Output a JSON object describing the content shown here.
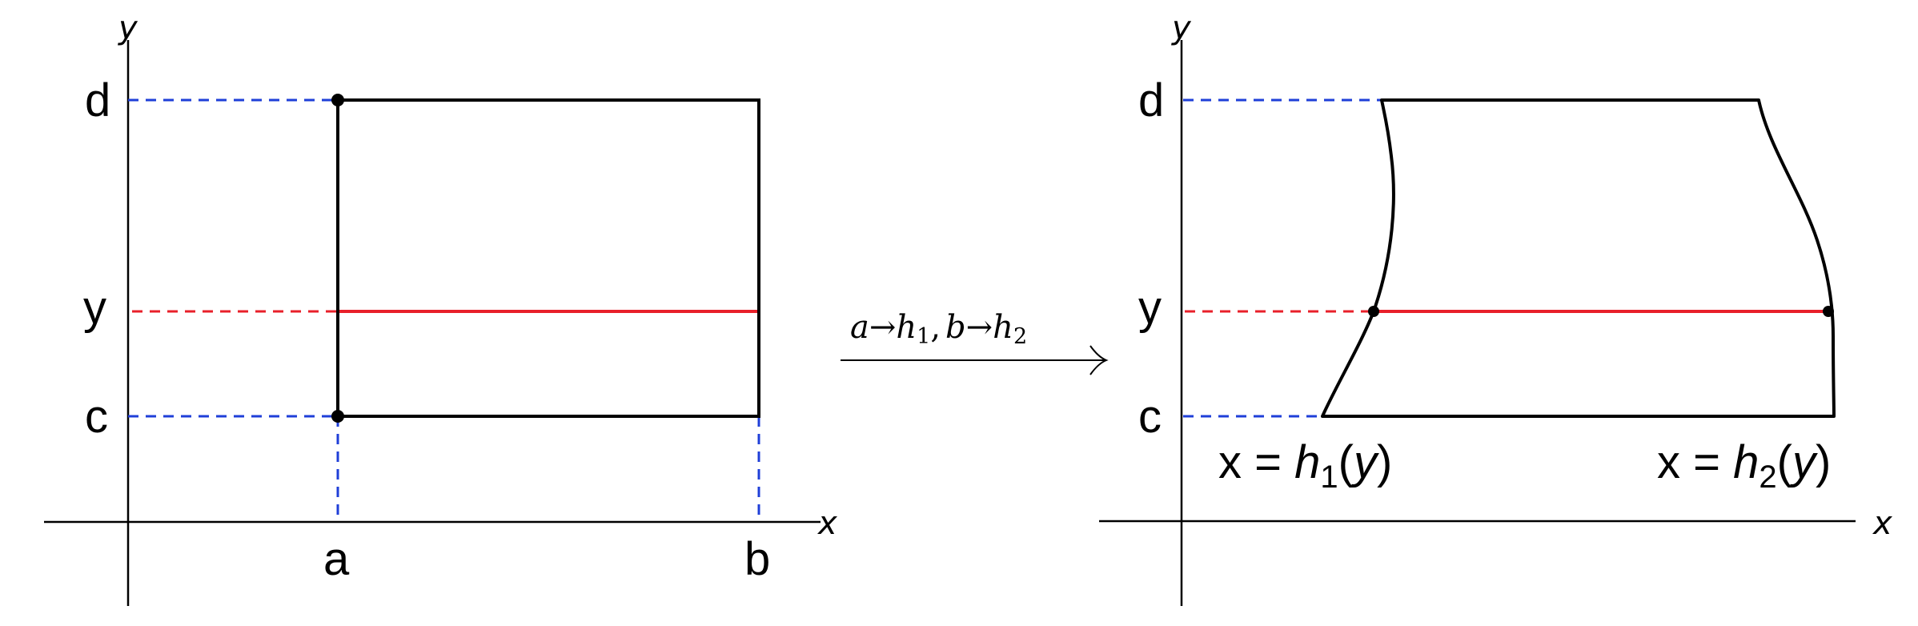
{
  "colors": {
    "axis": "#000000",
    "boundary": "#000000",
    "guide": "#1f3fd8",
    "slice": "#e8202a"
  },
  "left_panel": {
    "x_axis": "x",
    "y_axis": "y",
    "labels": {
      "d": "d",
      "y": "y",
      "c": "c",
      "a": "a",
      "b": "b"
    }
  },
  "arrow": {
    "a": "a",
    "b": "b",
    "h1": "h",
    "h1_sub": "1",
    "h2": "h",
    "h2_sub": "2",
    "comma": ","
  },
  "right_panel": {
    "x_axis": "x",
    "y_axis": "y",
    "labels": {
      "d": "d",
      "y": "y",
      "c": "c"
    },
    "h1_label": {
      "lhs": "x = ",
      "fn": "h",
      "sub": "1",
      "open": "(",
      "var": "y",
      "close": ")"
    },
    "h2_label": {
      "lhs": "x = ",
      "fn": "h",
      "sub": "2",
      "open": "(",
      "var": "y",
      "close": ")"
    }
  }
}
